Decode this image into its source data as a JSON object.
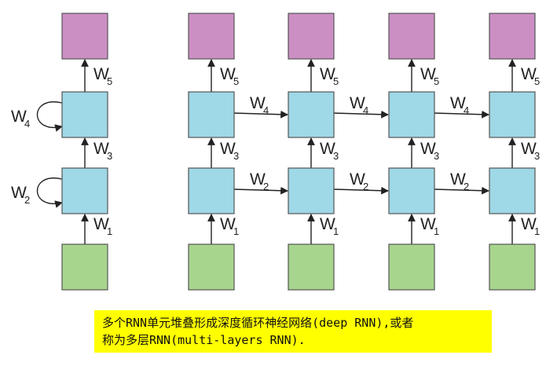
{
  "diagram": {
    "colors": {
      "output": "#cc8fc4",
      "hidden": "#9fd8e6",
      "input": "#a8d58e",
      "caption_bg": "#ffff00"
    },
    "weights": {
      "w1": "W",
      "w2": "W",
      "w3": "W",
      "w4": "W",
      "w5": "W",
      "s1": "1",
      "s2": "2",
      "s3": "3",
      "s4": "4",
      "s5": "5"
    },
    "folded_columns": 1,
    "unrolled_columns": 4
  },
  "caption": {
    "line1": "多个RNN单元堆叠形成深度循环神经网络(deep RNN),或者",
    "line2": "称为多层RNN(multi-layers RNN)."
  }
}
